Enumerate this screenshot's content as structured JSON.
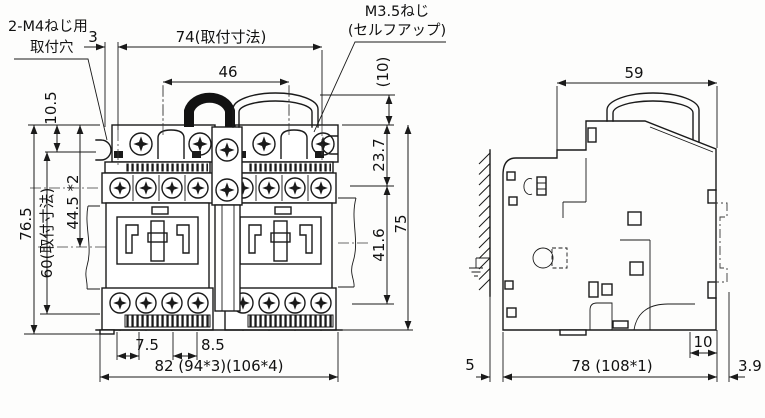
{
  "front_view": {
    "notes": {
      "mount_hole_line1": "2-M4ねじ用",
      "mount_hole_line2": "取付穴",
      "screw_line1": "M3.5ねじ",
      "screw_line2": "(セルフアップ)"
    },
    "dims": {
      "offset_top": "3",
      "mounting_width": "74(取付寸法)",
      "handle_span": "46",
      "handle_height": "(10)",
      "left_top": "10.5",
      "left_inner": "44.5 *2",
      "left_total": "76.5",
      "left_mounting_height": "60(取付寸法)",
      "right_upper": "23.7",
      "right_lower": "41.6",
      "right_total": "75",
      "bottom_left": "7.5",
      "bottom_mid": "8.5",
      "bottom_total": "82 (94*3)(106*4)"
    }
  },
  "side_view": {
    "dims": {
      "top_width": "59",
      "rail_width": "10",
      "bottom_total": "78 (108*1)",
      "rail_offset": "3.9",
      "panel_gap": "5"
    }
  }
}
